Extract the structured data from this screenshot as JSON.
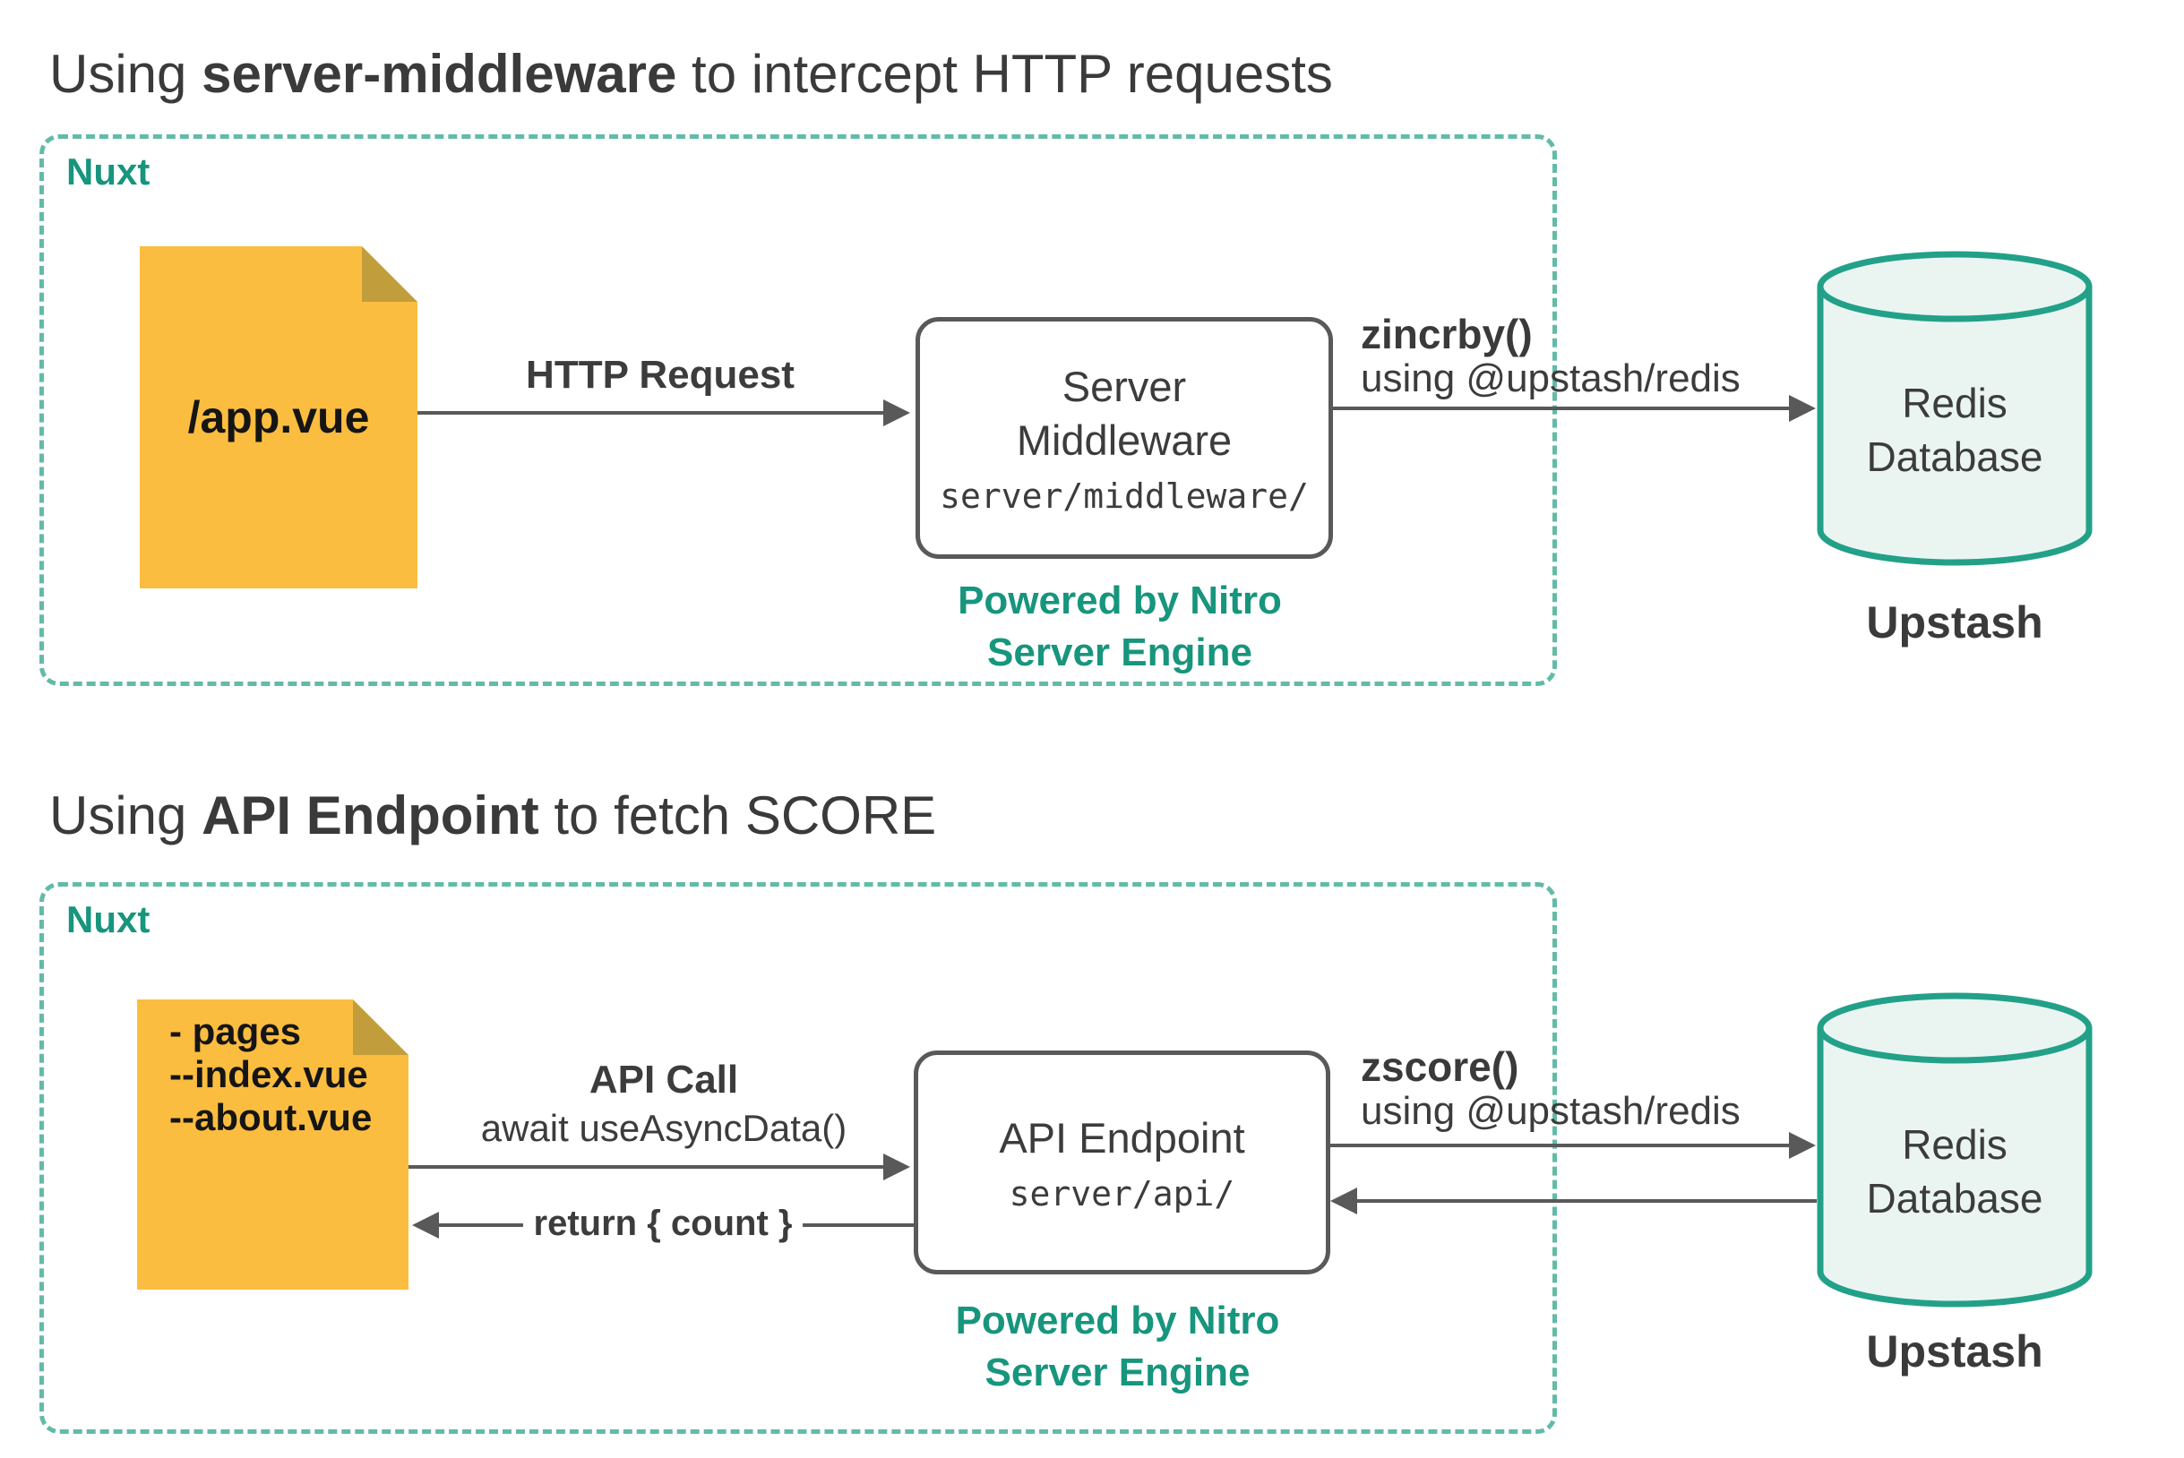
{
  "colors": {
    "accent_teal_text": "#17957d",
    "dashed_border_teal": "#62bba9",
    "file_yellow": "#fbbd3f",
    "file_fold_yellow": "#c19e3b",
    "connector_gray": "#595959",
    "text_dark": "#3c3c3c",
    "redis_stroke_teal": "#22a188",
    "redis_fill_mint": "#eaf5f1",
    "background": "#ffffff"
  },
  "sections": [
    {
      "title": {
        "prefix": "Using ",
        "emphasis": "server-middleware",
        "suffix": " to intercept HTTP requests"
      },
      "container_label": "Nuxt",
      "file": {
        "lines": [
          "/app.vue"
        ]
      },
      "request_arrow": {
        "label": "HTTP Request"
      },
      "server_box": {
        "title_lines": [
          "Server",
          "Middleware"
        ],
        "path": "server/middleware/"
      },
      "powered_by": {
        "line1": "Powered by Nitro",
        "line2": "Server Engine"
      },
      "redis_call": {
        "command": "zincrby()",
        "via": "using @upstash/redis"
      },
      "database": {
        "name_line1": "Redis",
        "name_line2": "Database",
        "provider": "Upstash"
      }
    },
    {
      "title": {
        "prefix": "Using ",
        "emphasis": "API Endpoint",
        "suffix": " to fetch SCORE"
      },
      "container_label": "Nuxt",
      "file": {
        "lines": [
          "- pages",
          "--index.vue",
          "--about.vue"
        ]
      },
      "request_arrow": {
        "label": "API Call",
        "sublabel": "await useAsyncData()"
      },
      "return_arrow": {
        "label": "return { count }"
      },
      "server_box": {
        "title_lines": [
          "API Endpoint"
        ],
        "path": "server/api/"
      },
      "powered_by": {
        "line1": "Powered by Nitro",
        "line2": "Server Engine"
      },
      "redis_call": {
        "command": "zscore()",
        "via": "using @upstash/redis"
      },
      "database": {
        "name_line1": "Redis",
        "name_line2": "Database",
        "provider": "Upstash"
      }
    }
  ]
}
